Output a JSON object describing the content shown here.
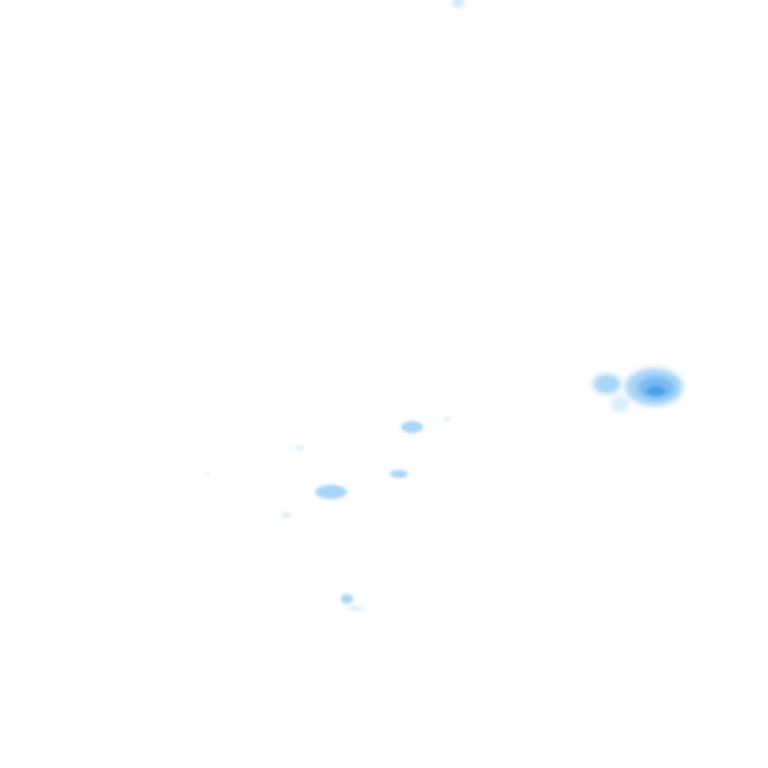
{
  "map": {
    "kind": "precipitation-radar-tile",
    "background_color": "#ffffff",
    "palette": {
      "light": "#cfe8fc",
      "medium": "#9fd0f7",
      "strong": "#6fb6ef",
      "core": "#4a9ce6"
    },
    "intensity_levels": [
      "light",
      "medium",
      "strong",
      "core"
    ],
    "labels": []
  }
}
